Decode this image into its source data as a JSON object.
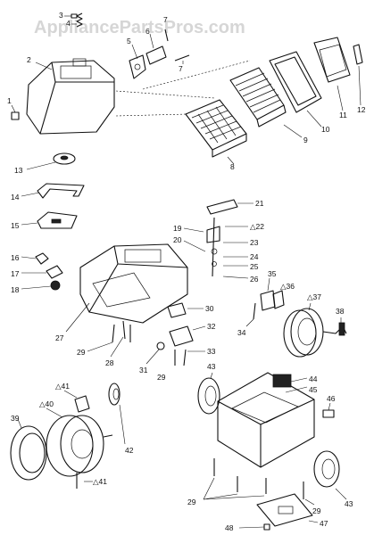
{
  "watermark": "AppliancePartsPros.com",
  "labels": [
    {
      "id": "l3",
      "text": "3"
    },
    {
      "id": "l4",
      "text": "4"
    },
    {
      "id": "l5",
      "text": "5"
    },
    {
      "id": "l6",
      "text": "6"
    },
    {
      "id": "l7a",
      "text": "7"
    },
    {
      "id": "l7b",
      "text": "7"
    },
    {
      "id": "l2",
      "text": "2"
    },
    {
      "id": "l1",
      "text": "1"
    },
    {
      "id": "l13",
      "text": "13"
    },
    {
      "id": "l8",
      "text": "8"
    },
    {
      "id": "l9",
      "text": "9"
    },
    {
      "id": "l10",
      "text": "10"
    },
    {
      "id": "l11",
      "text": "11"
    },
    {
      "id": "l12",
      "text": "12"
    },
    {
      "id": "l14",
      "text": "14"
    },
    {
      "id": "l15",
      "text": "15"
    },
    {
      "id": "l16",
      "text": "16"
    },
    {
      "id": "l17",
      "text": "17"
    },
    {
      "id": "l18",
      "text": "18"
    },
    {
      "id": "l21",
      "text": "21"
    },
    {
      "id": "l19",
      "text": "19"
    },
    {
      "id": "l22",
      "text": "△22"
    },
    {
      "id": "l20",
      "text": "20"
    },
    {
      "id": "l23",
      "text": "23"
    },
    {
      "id": "l24",
      "text": "24"
    },
    {
      "id": "l25",
      "text": "25"
    },
    {
      "id": "l26",
      "text": "26"
    },
    {
      "id": "l27",
      "text": "27"
    },
    {
      "id": "l30",
      "text": "30"
    },
    {
      "id": "l29a",
      "text": "29"
    },
    {
      "id": "l32",
      "text": "32"
    },
    {
      "id": "l28",
      "text": "28"
    },
    {
      "id": "l31",
      "text": "31"
    },
    {
      "id": "l29b",
      "text": "29"
    },
    {
      "id": "l33",
      "text": "33"
    },
    {
      "id": "l35",
      "text": "35"
    },
    {
      "id": "l36",
      "text": "△36"
    },
    {
      "id": "l37",
      "text": "△37"
    },
    {
      "id": "l34",
      "text": "34"
    },
    {
      "id": "l38",
      "text": "38"
    },
    {
      "id": "l41a",
      "text": "△41"
    },
    {
      "id": "l40",
      "text": "△40"
    },
    {
      "id": "l39",
      "text": "39"
    },
    {
      "id": "l42",
      "text": "42"
    },
    {
      "id": "l41b",
      "text": "△41"
    },
    {
      "id": "l43a",
      "text": "43"
    },
    {
      "id": "l44",
      "text": "44"
    },
    {
      "id": "l45",
      "text": "45"
    },
    {
      "id": "l46",
      "text": "46"
    },
    {
      "id": "l43b",
      "text": "43"
    },
    {
      "id": "l29c",
      "text": "29"
    },
    {
      "id": "l29d",
      "text": "29"
    },
    {
      "id": "l47",
      "text": "47"
    },
    {
      "id": "l48",
      "text": "48"
    }
  ]
}
